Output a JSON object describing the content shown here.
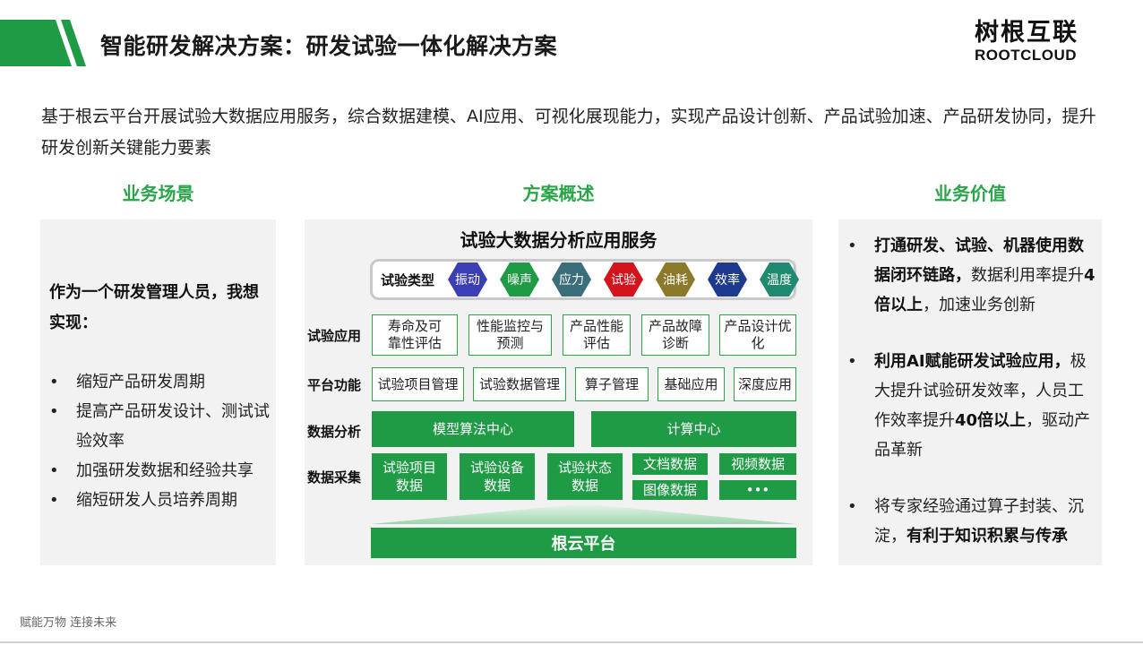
{
  "header": {
    "title": "智能研发解决方案：研发试验一体化解决方案",
    "logo_cn": "树根互联",
    "logo_en": "ROOTCLOUD"
  },
  "intro": "基于根云平台开展试验大数据应用服务，综合数据建模、AI应用、可视化展现能力，实现产品设计创新、产品试验加速、产品研发协同，提升研发创新关键能力要素",
  "columns": {
    "left_title": "业务场景",
    "mid_title": "方案概述",
    "right_title": "业务价值"
  },
  "scenario": {
    "heading": "作为一个研发管理人员，我想实现：",
    "items": [
      "缩短产品研发周期",
      "提高产品研发设计、测试试验效率",
      "加强研发数据和经验共享",
      "缩短研发人员培养周期"
    ]
  },
  "overview": {
    "title": "试验大数据分析应用服务",
    "test_type_label": "试验类型",
    "test_types": [
      {
        "label": "振动",
        "color": "#3b3fb3"
      },
      {
        "label": "噪声",
        "color": "#1f9a45"
      },
      {
        "label": "应力",
        "color": "#3a6e7a"
      },
      {
        "label": "试验",
        "color": "#d4141c"
      },
      {
        "label": "油耗",
        "color": "#8a7a2a"
      },
      {
        "label": "效率",
        "color": "#1e3a8f"
      },
      {
        "label": "温度",
        "color": "#1f8a70"
      }
    ],
    "rows": {
      "app_label": "试验应用",
      "apps": [
        "寿命及可靠性评估",
        "性能监控与预测",
        "产品性能评估",
        "产品故障诊断",
        "产品设计优化"
      ],
      "platform_label": "平台功能",
      "platform_funcs": [
        "试验项目管理",
        "试验数据管理",
        "算子管理",
        "基础应用",
        "深度应用"
      ],
      "analysis_label": "数据分析",
      "analysis": [
        "模型算法中心",
        "计算中心"
      ],
      "collect_label": "数据采集",
      "collect": [
        "试验项目数据",
        "试验设备数据",
        "试验状态数据"
      ],
      "collect_small": [
        "文档数据",
        "视频数据",
        "图像数据",
        "•••"
      ]
    },
    "platform": "根云平台"
  },
  "value": {
    "v1_bold": "打通研发、试验、机器使用数据闭环链路，",
    "v1_rest": "数据利用率提升",
    "v1_bold2": "4倍以上",
    "v1_tail": "，加速业务创新",
    "v2_bold": "利用AI赋能研发试验应用，",
    "v2_rest": "极大提升试验研发效率，人员工作效率提升",
    "v2_bold2": "40倍以上",
    "v2_tail": "，驱动产品革新",
    "v3_rest": "将专家经验通过算子封装、沉淀，",
    "v3_bold": "有利于知识积累与传承"
  },
  "footer": "赋能万物  连接未来",
  "colors": {
    "accent": "#1f9a45",
    "heading_green": "#2aa54a"
  }
}
